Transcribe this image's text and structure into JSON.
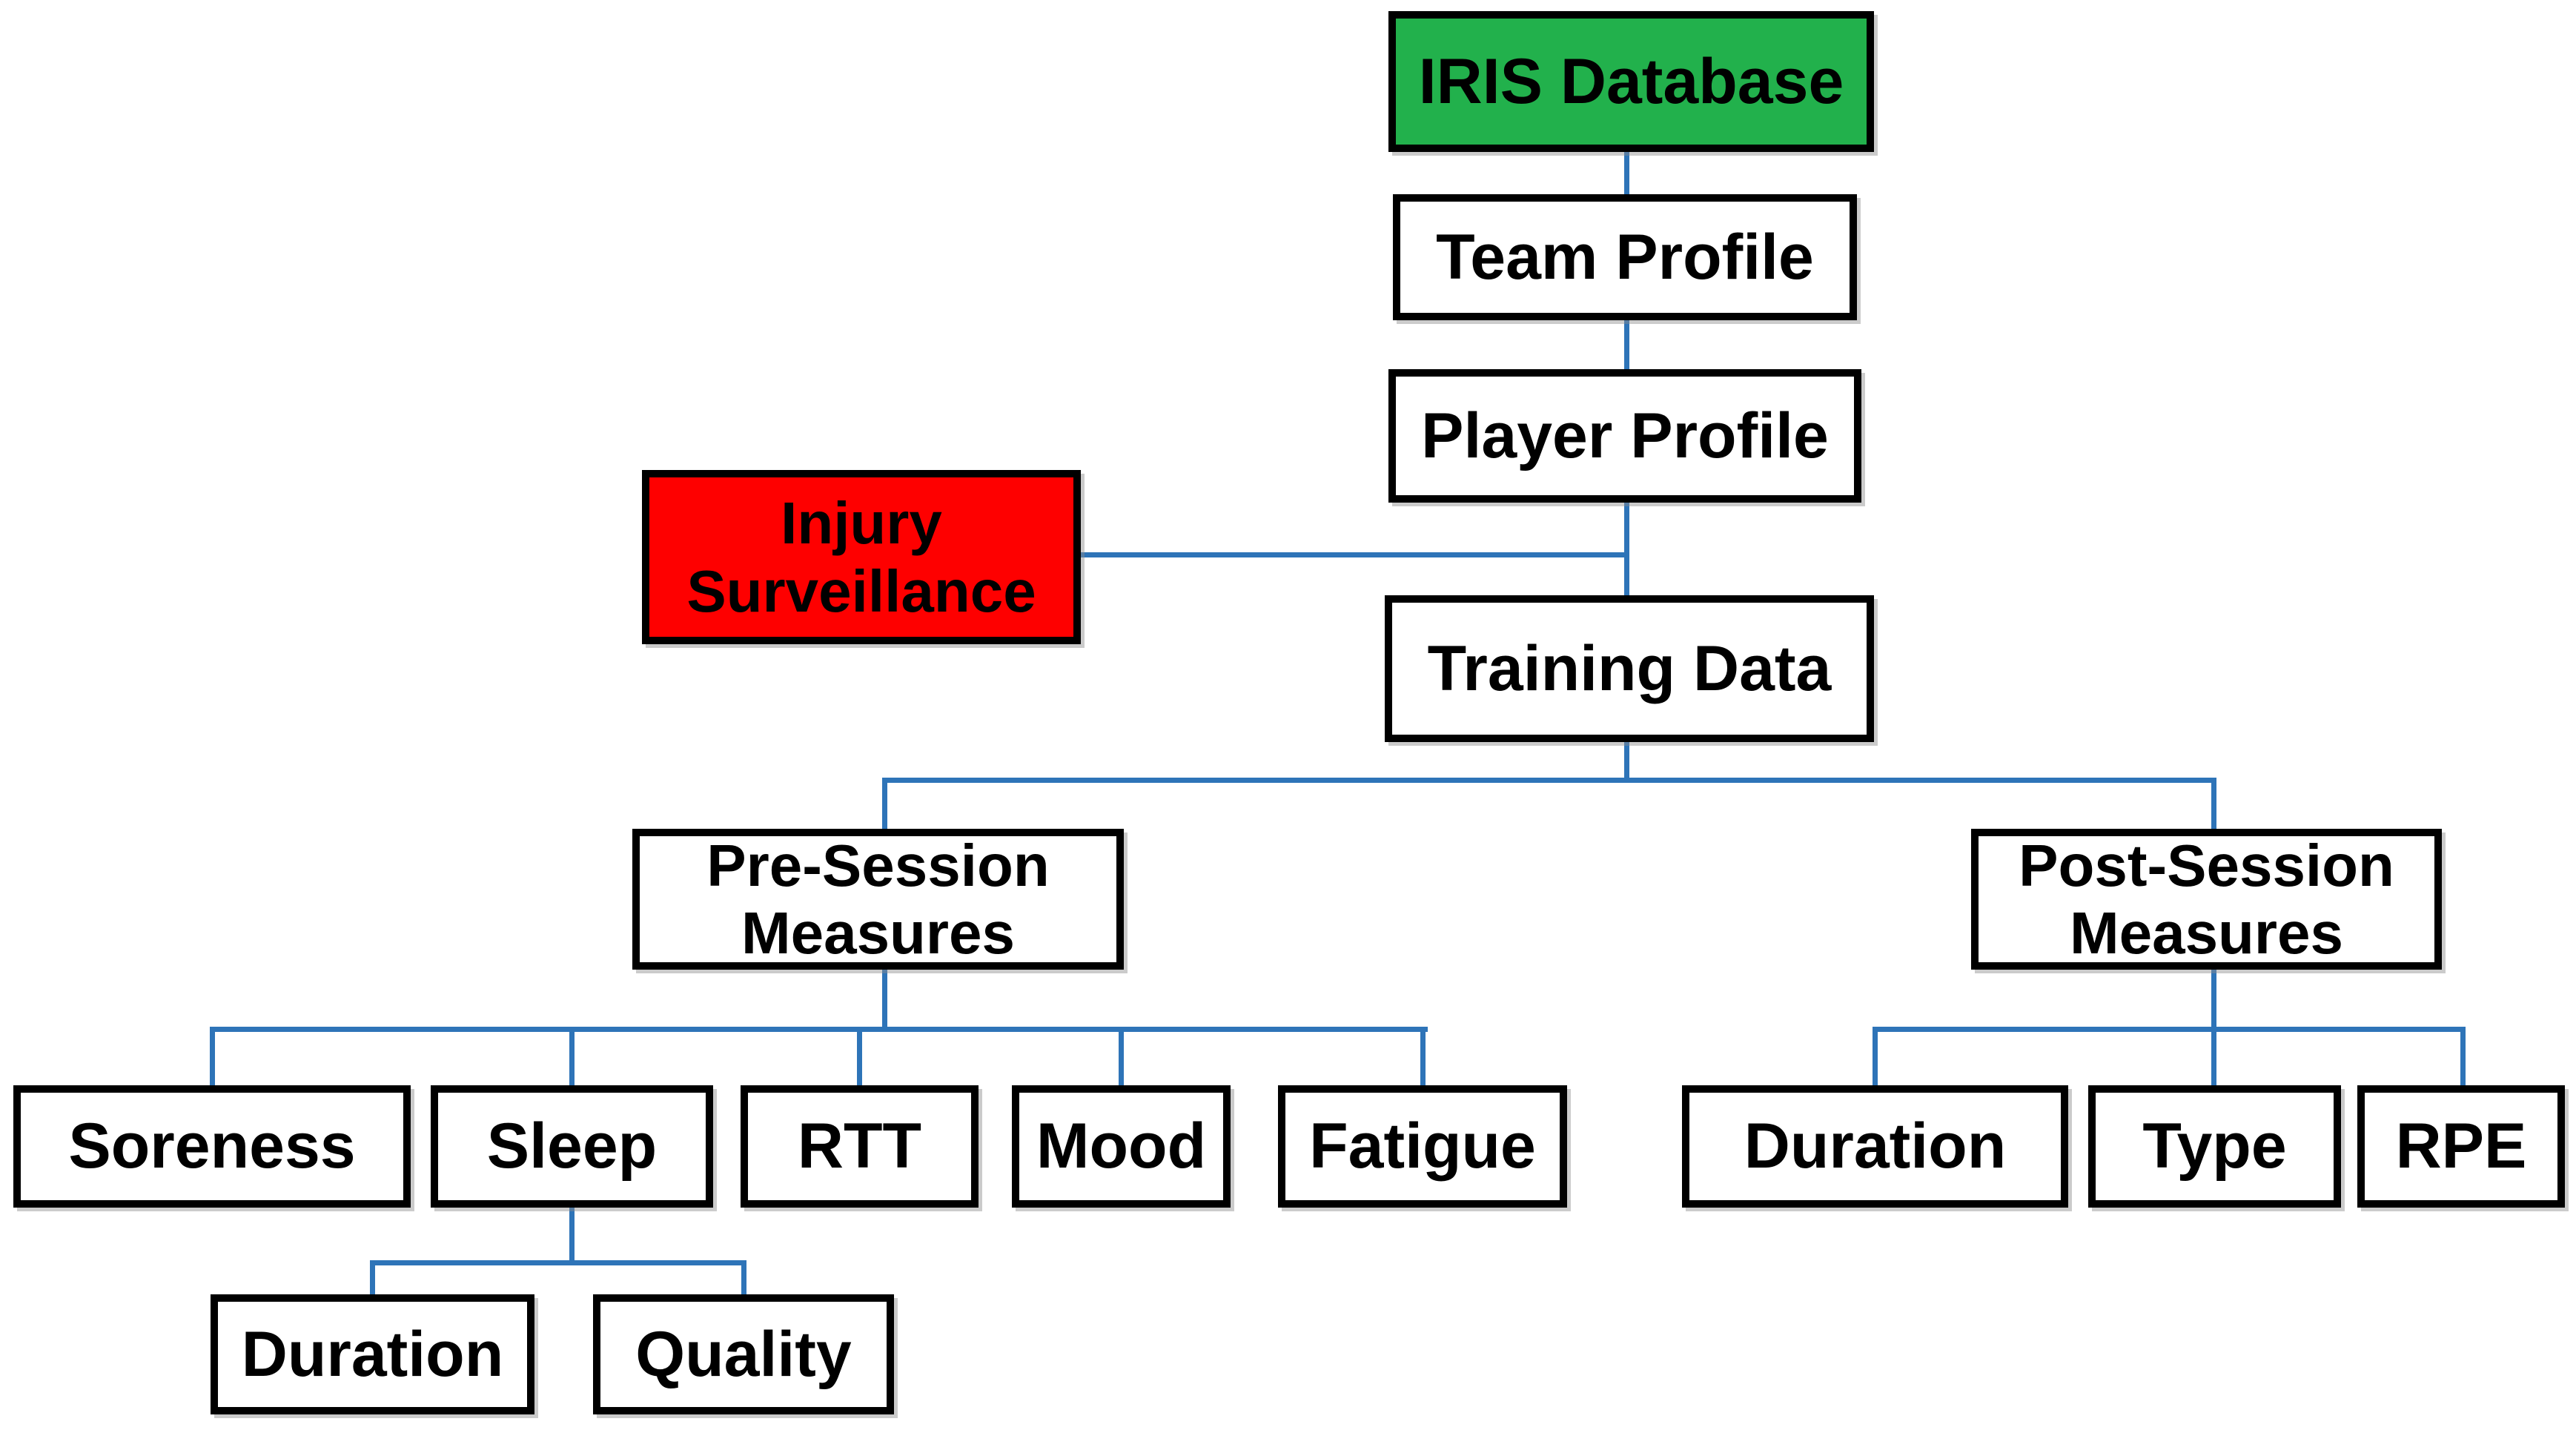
{
  "colors": {
    "background": "#FFFFFF",
    "box_fill": "#FFFFFF",
    "box_border": "#000000",
    "text": "#000000",
    "connector_blue": "#2E74B8",
    "green_fill": "#22B14C",
    "red_fill": "#FE0000"
  },
  "nodes": {
    "iris": {
      "label": "IRIS Database",
      "fill": "green"
    },
    "team": {
      "label": "Team Profile",
      "fill": "white"
    },
    "player": {
      "label": "Player Profile",
      "fill": "white"
    },
    "injury": {
      "label": "Injury Surveillance",
      "fill": "red"
    },
    "training": {
      "label": "Training Data",
      "fill": "white"
    },
    "pre": {
      "label": "Pre-Session Measures",
      "fill": "white"
    },
    "post": {
      "label": "Post-Session Measures",
      "fill": "white"
    },
    "soreness": {
      "label": "Soreness",
      "fill": "white"
    },
    "sleep": {
      "label": "Sleep",
      "fill": "white"
    },
    "rtt": {
      "label": "RTT",
      "fill": "white"
    },
    "mood": {
      "label": "Mood",
      "fill": "white"
    },
    "fatigue": {
      "label": "Fatigue",
      "fill": "white"
    },
    "post_duration": {
      "label": "Duration",
      "fill": "white"
    },
    "post_type": {
      "label": "Type",
      "fill": "white"
    },
    "post_rpe": {
      "label": "RPE",
      "fill": "white"
    },
    "sleep_duration": {
      "label": "Duration",
      "fill": "white"
    },
    "sleep_quality": {
      "label": "Quality",
      "fill": "white"
    }
  },
  "edges": [
    {
      "from": "IRIS Database",
      "to": "Team Profile"
    },
    {
      "from": "Team Profile",
      "to": "Player Profile"
    },
    {
      "from": "Player Profile",
      "to": "Training Data"
    },
    {
      "from": "Injury Surveillance",
      "to": "Training Data"
    },
    {
      "from": "Training Data",
      "to": "Pre-Session Measures"
    },
    {
      "from": "Training Data",
      "to": "Post-Session Measures"
    },
    {
      "from": "Pre-Session Measures",
      "to": "Soreness"
    },
    {
      "from": "Pre-Session Measures",
      "to": "Sleep"
    },
    {
      "from": "Pre-Session Measures",
      "to": "RTT"
    },
    {
      "from": "Pre-Session Measures",
      "to": "Mood"
    },
    {
      "from": "Pre-Session Measures",
      "to": "Fatigue"
    },
    {
      "from": "Sleep",
      "to": "Duration"
    },
    {
      "from": "Sleep",
      "to": "Quality"
    },
    {
      "from": "Post-Session Measures",
      "to": "Duration"
    },
    {
      "from": "Post-Session Measures",
      "to": "Type"
    },
    {
      "from": "Post-Session Measures",
      "to": "RPE"
    }
  ]
}
